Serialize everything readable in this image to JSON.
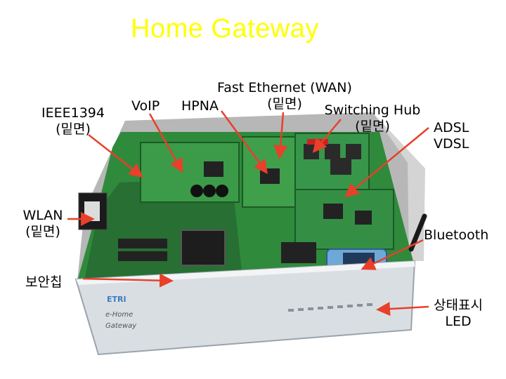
{
  "title": "Home Gateway",
  "labels": {
    "ieee1394": [
      "IEEE1394",
      "(밑면)"
    ],
    "voip": "VoIP",
    "hpna": "HPNA",
    "fast_ethernet": [
      "Fast Ethernet (WAN)",
      "(밑면)"
    ],
    "switching_hub": [
      "Switching Hub",
      "(밑면)"
    ],
    "adsl_vdsl": [
      "ADSL",
      "VDSL"
    ],
    "wlan": [
      "WLAN",
      "(밑면)"
    ],
    "bluetooth": "Bluetooth",
    "security_chip": "보안칩",
    "status_led": [
      "상태표시",
      "LED"
    ]
  },
  "device": {
    "front_text": [
      "e-Home",
      "Gateway"
    ]
  },
  "colors": {
    "title": "#ffff00",
    "arrow": "#e8402a",
    "pcb": "#2f8a3c",
    "chassis": "#c9c9c9"
  }
}
